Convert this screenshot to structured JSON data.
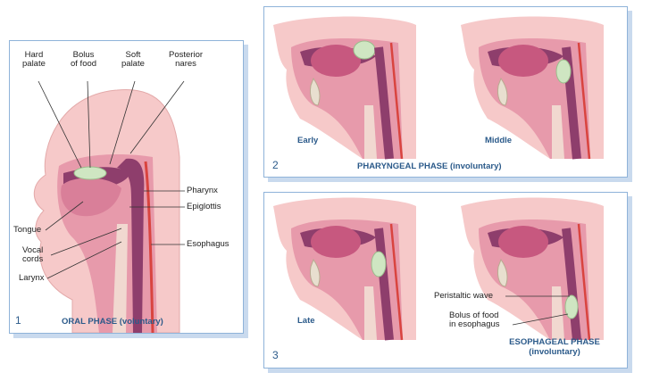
{
  "panel1": {
    "number": "1",
    "title": "ORAL PHASE (voluntary)",
    "labels": {
      "hard_palate": "Hard\npalate",
      "bolus": "Bolus\nof food",
      "soft_palate": "Soft\npalate",
      "posterior_nares": "Posterior\nnares",
      "pharynx": "Pharynx",
      "epiglottis": "Epiglottis",
      "esophagus": "Esophagus",
      "tongue": "Tongue",
      "vocal_cords": "Vocal\ncords",
      "larynx": "Larynx"
    }
  },
  "panel2": {
    "number": "2",
    "title": "PHARYNGEAL PHASE (involuntary)",
    "early": "Early",
    "middle": "Middle"
  },
  "panel3": {
    "number": "3",
    "late": "Late",
    "title_line1": "ESOPHAGEAL PHASE",
    "title_line2": "(involuntary)",
    "peristaltic_wave": "Peristaltic wave",
    "bolus_esophagus": "Bolus of food\nin esophagus"
  },
  "colors": {
    "skin": "#f6c9c9",
    "tissue": "#e79aab",
    "cavity": "#8e3e6c",
    "bolus": "#cfe6c2",
    "esophagus_line": "#d9443f",
    "accent_text": "#2b5a8a",
    "panel_border": "#8fb3d9"
  }
}
